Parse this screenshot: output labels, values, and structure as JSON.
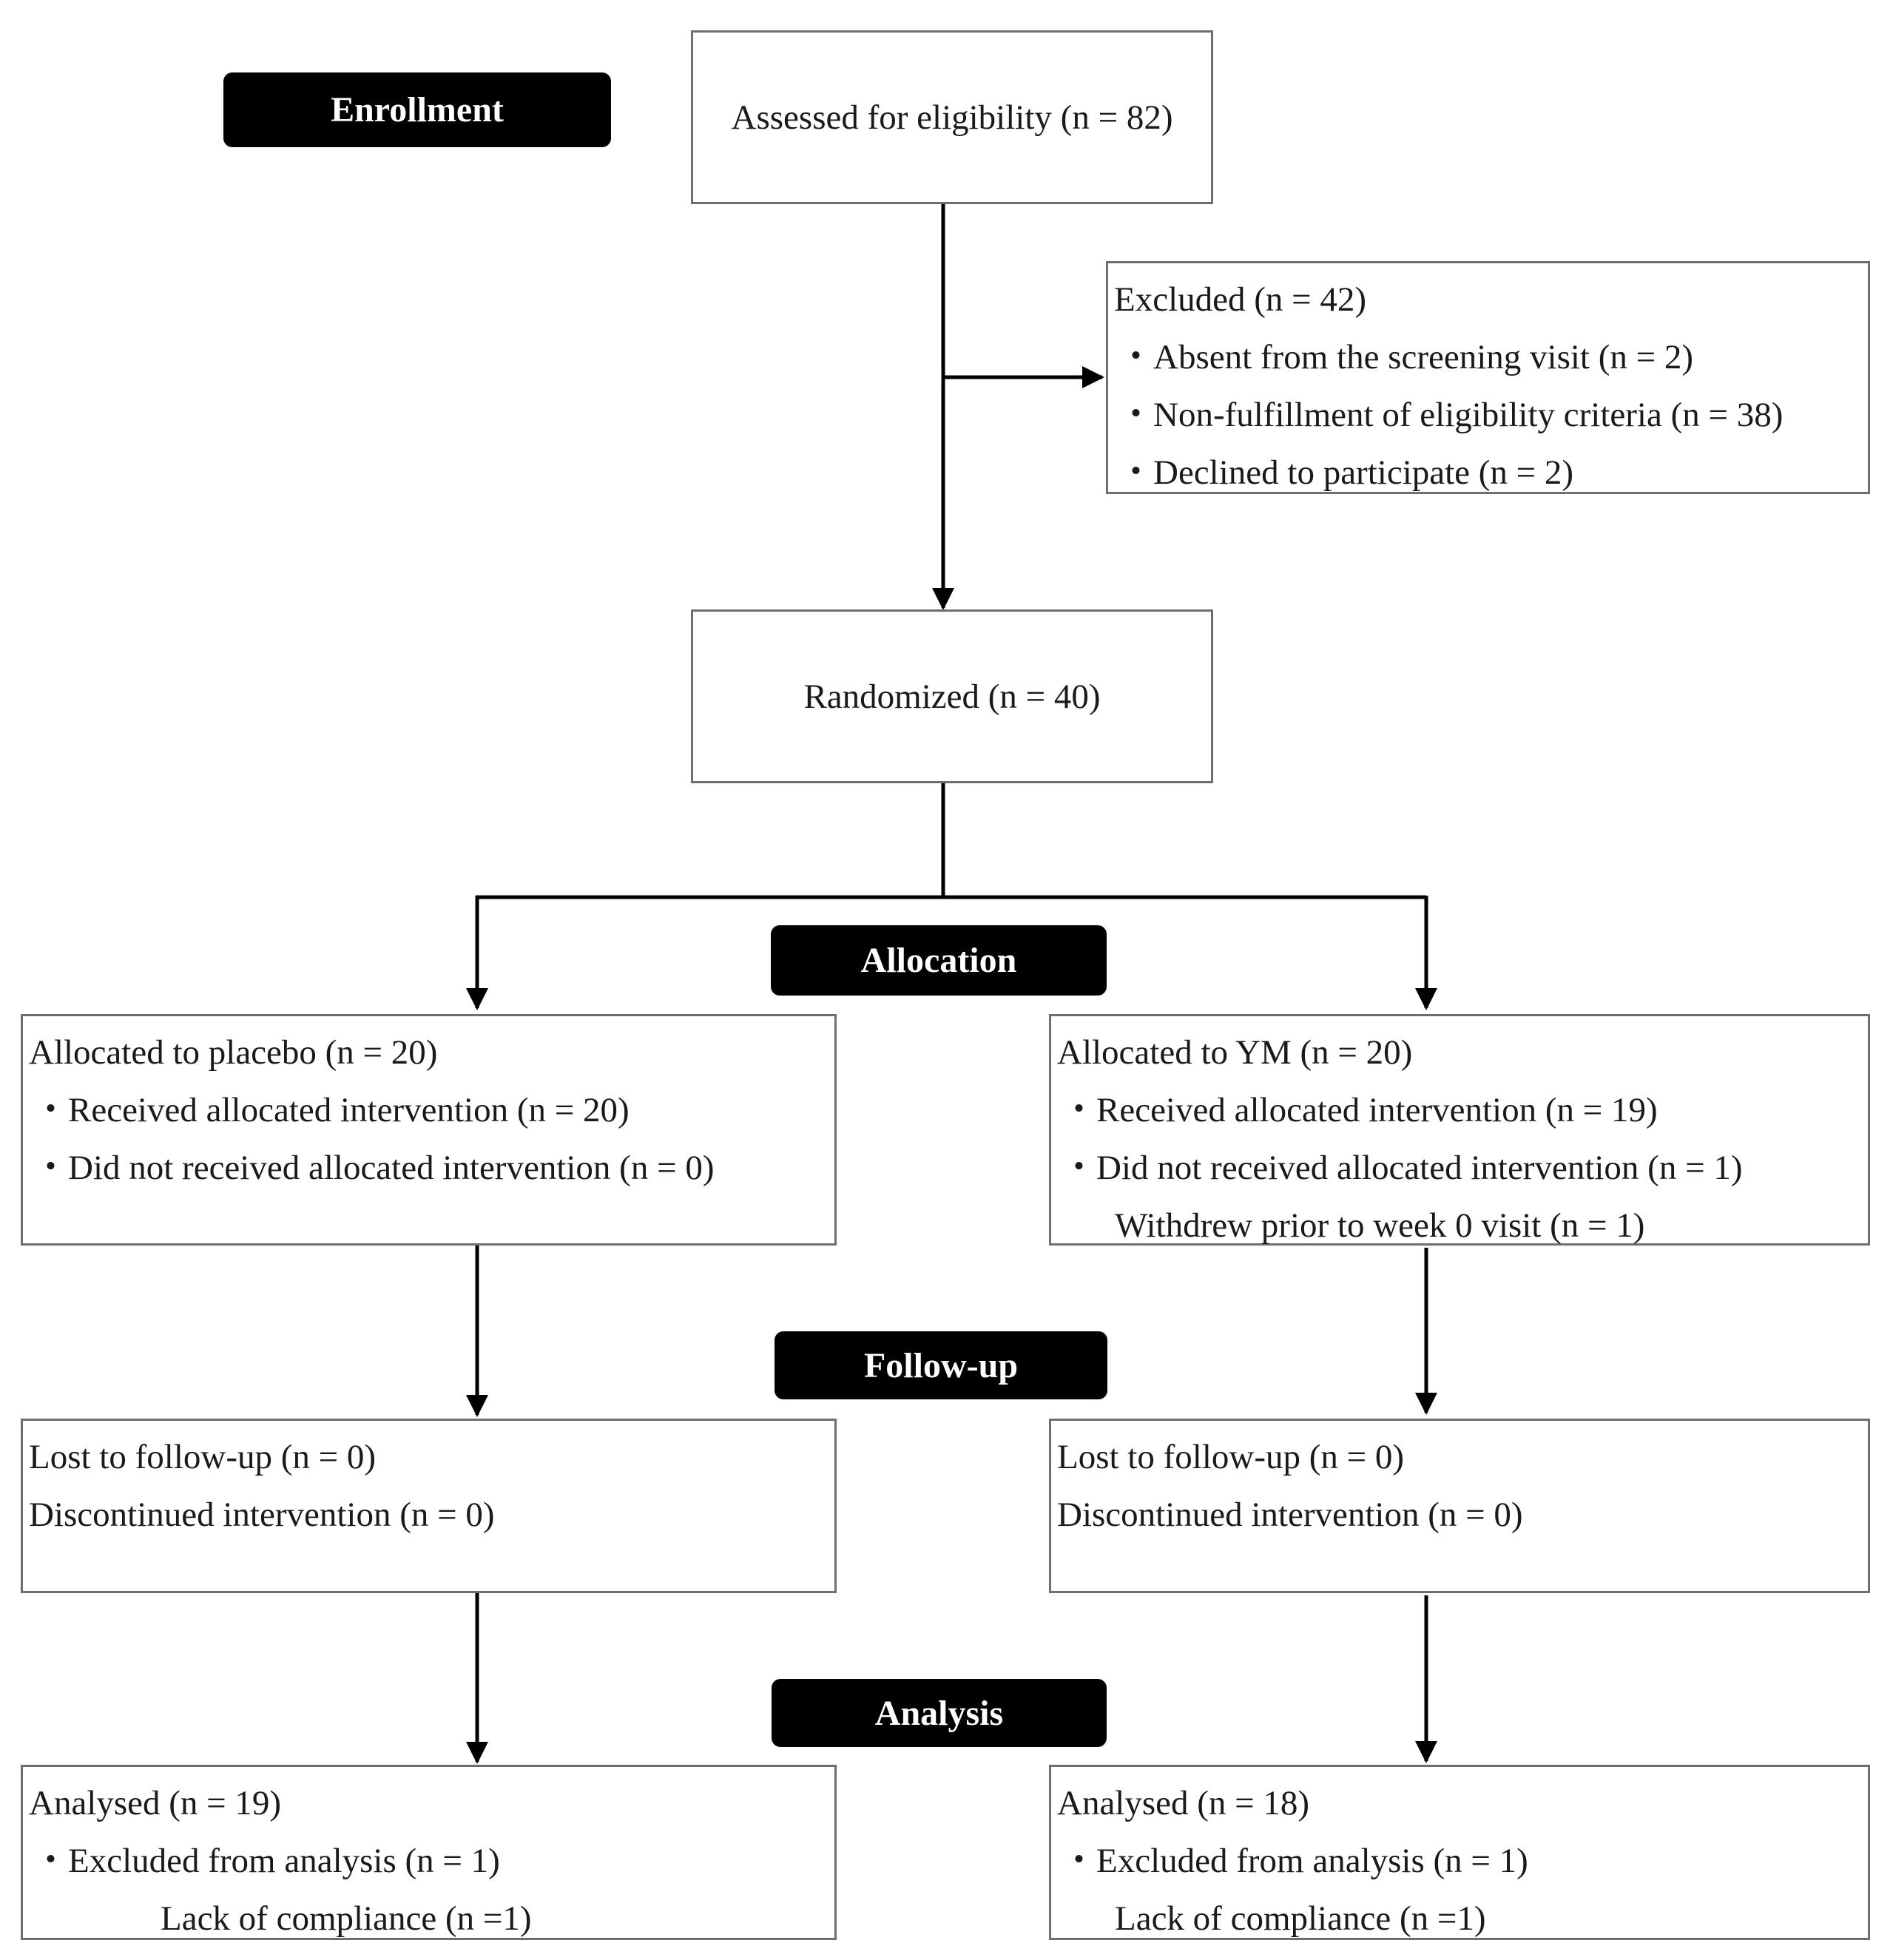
{
  "stages": {
    "enrollment": "Enrollment",
    "allocation": "Allocation",
    "follow_up": "Follow-up",
    "analysis": "Analysis"
  },
  "enrollment": {
    "assessed": "Assessed for eligibility (n = 82)",
    "excluded": {
      "title": "Excluded (n = 42)",
      "reasons": [
        "・Absent from the screening visit (n = 2)",
        "・Non-fulfillment of eligibility criteria (n = 38)",
        "・Declined to participate (n = 2)"
      ]
    },
    "randomized": "Randomized (n = 40)"
  },
  "placebo": {
    "allocation": {
      "title": "Allocated to placebo (n = 20)",
      "received": "・Received allocated intervention (n = 20)",
      "not_received": "・Did not received allocated intervention (n = 0)"
    },
    "follow_up": {
      "lost": "Lost to follow-up (n = 0)",
      "discontinued": "Discontinued intervention (n = 0)"
    },
    "analysis": {
      "analysed": "Analysed (n = 19)",
      "excluded": "・Excluded from analysis (n = 1)",
      "reason": "Lack of compliance (n =1)"
    }
  },
  "ym": {
    "allocation": {
      "title": "Allocated to YM (n = 20)",
      "received": "・Received allocated intervention (n = 19)",
      "not_received": "・Did not received allocated intervention (n = 1)",
      "withdrew": "Withdrew prior to week 0 visit (n = 1)"
    },
    "follow_up": {
      "lost": "Lost to follow-up (n = 0)",
      "discontinued": "Discontinued intervention (n = 0)"
    },
    "analysis": {
      "analysed": "Analysed (n = 18)",
      "excluded": "・Excluded from analysis (n = 1)",
      "reason": "Lack of compliance (n =1)"
    }
  }
}
